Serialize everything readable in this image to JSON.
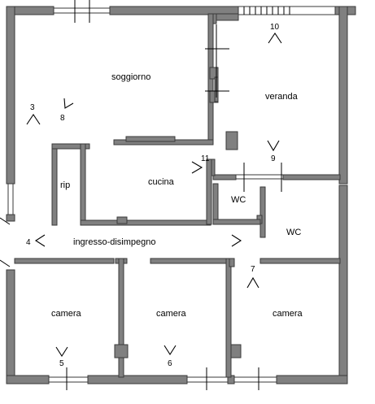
{
  "rooms": {
    "soggiorno": "soggiorno",
    "veranda": "veranda",
    "rip": "rip",
    "cucina": "cucina",
    "wc_upper": "WC",
    "wc_lower": "WC",
    "ingresso": "ingresso-disimpegno",
    "camera_left": "camera",
    "camera_mid": "camera",
    "camera_right": "camera"
  },
  "viewpoints": {
    "v3": "3",
    "v4": "4",
    "v5": "5",
    "v6": "6",
    "v7": "7",
    "v8": "8",
    "v9": "9",
    "v10": "10",
    "v11": "11"
  }
}
